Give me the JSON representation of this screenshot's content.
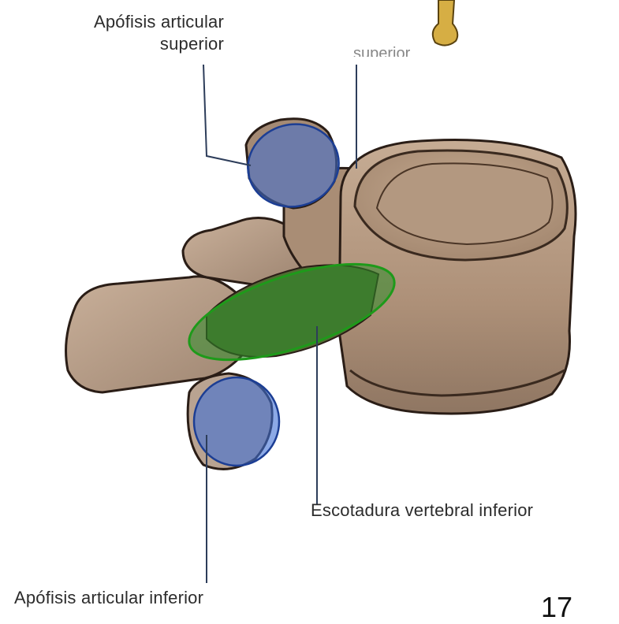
{
  "labels": {
    "superior_articular_process": "Apófisis articular\nsuperior",
    "inferior_vertebral_notch": "Escotadura vertebral inferior",
    "inferior_articular_process": "Apófisis articular inferior",
    "cut_top_label": "superior",
    "page_number": "17"
  },
  "colors": {
    "bone": "#b59a82",
    "bone_dark": "#8c7260",
    "bone_light": "#cdb6a0",
    "outline": "#2a1d16",
    "articular_highlight": "#3f6fd6",
    "notch_highlight": "#2f8a2a",
    "leader_line": "#2d3d5a",
    "top_bone": "#d8b24a"
  }
}
